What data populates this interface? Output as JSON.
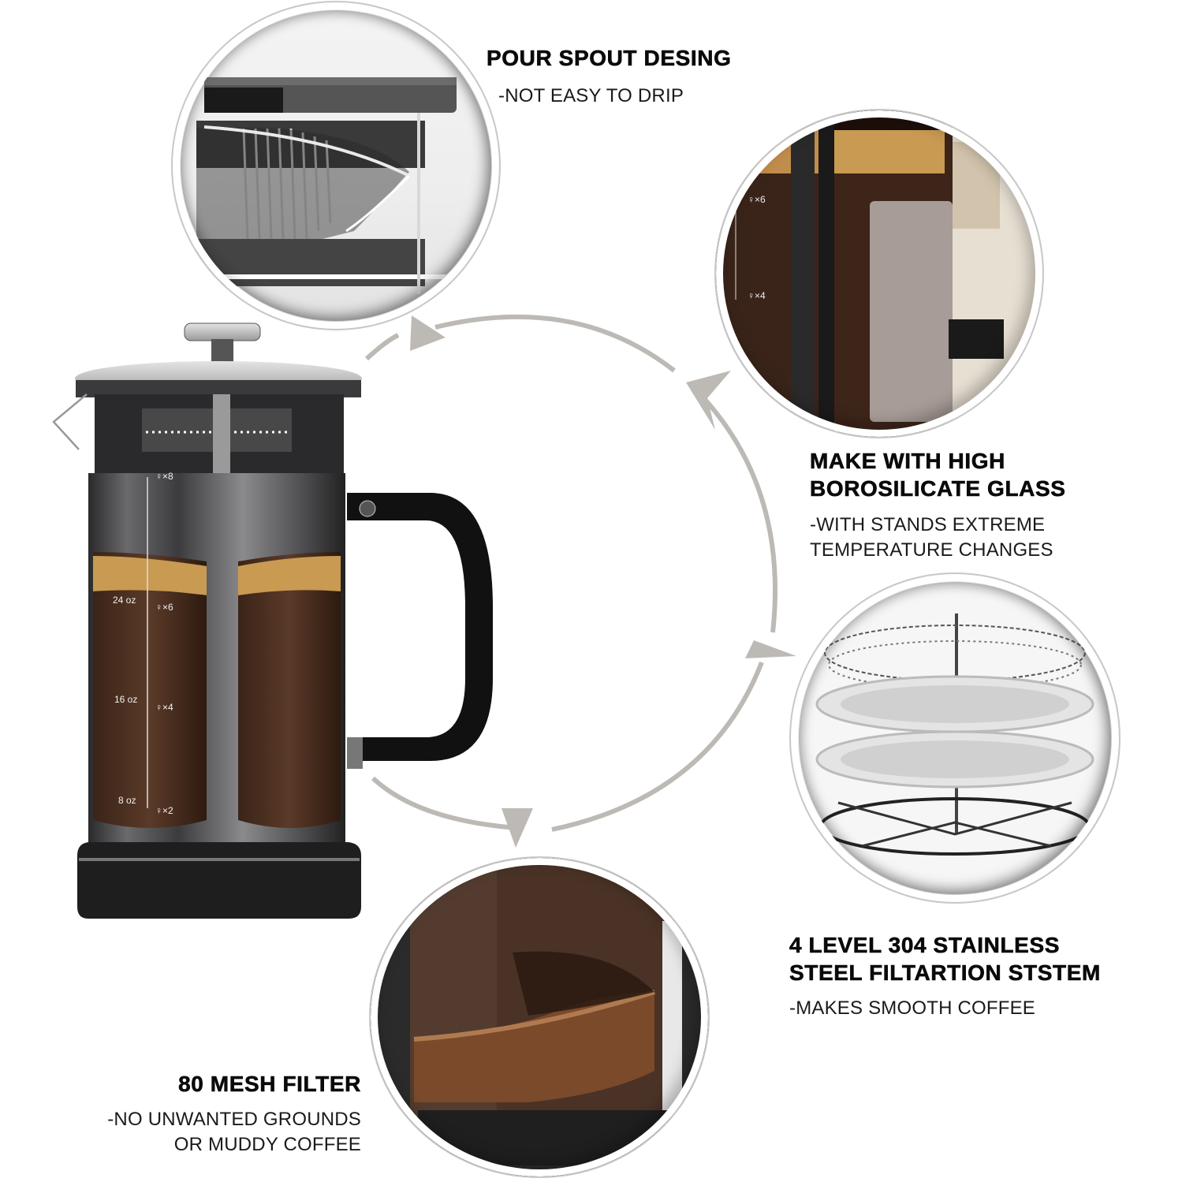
{
  "features": [
    {
      "id": "pour-spout",
      "title_lines": [
        "POUR SPOUT DESING"
      ],
      "sub_lines": [
        "-NOT EASY TO DRIP"
      ]
    },
    {
      "id": "borosilicate",
      "title_lines": [
        "MAKE WITH HIGH",
        "BOROSILICATE GLASS"
      ],
      "sub_lines": [
        "-WITH STANDS EXTREME",
        "TEMPERATURE CHANGES"
      ]
    },
    {
      "id": "filtration",
      "title_lines": [
        "4 LEVEL 304 STAINLESS",
        "STEEL FILTARTION STSTEM"
      ],
      "sub_lines": [
        "-MAKES SMOOTH COFFEE"
      ]
    },
    {
      "id": "mesh",
      "title_lines": [
        "80 MESH FILTER"
      ],
      "sub_lines": [
        "-NO UNWANTED GROUNDS",
        "OR MUDDY COFFEE"
      ]
    }
  ],
  "jug_scale": {
    "oz": [
      "24 oz",
      "16 oz",
      "8 oz"
    ],
    "cups": [
      "♀×8",
      "♀×6",
      "♀×4",
      "♀×2"
    ]
  },
  "detail_scale": {
    "cups": [
      "♀×6",
      "♀×4"
    ]
  },
  "colors": {
    "arrow": "#bdbab6",
    "coffee": "#3b2418",
    "crema": "#c89a52",
    "steel": "#4a4a4c",
    "handle": "#111111",
    "text": "#0a0a0a"
  }
}
